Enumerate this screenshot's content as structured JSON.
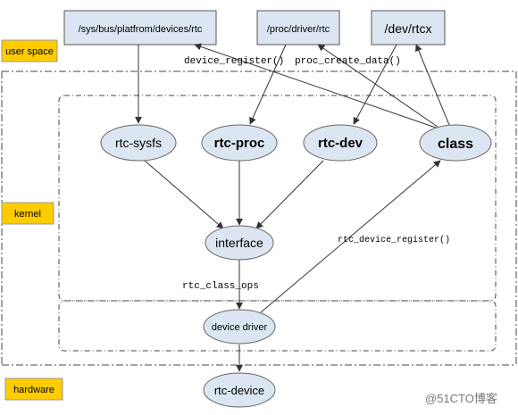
{
  "layers": {
    "user_space": "user space",
    "kernel": "kernel",
    "hardware": "hardware"
  },
  "user_files": {
    "sysfs_path": "/sys/bus/platfrom/devices/rtc",
    "proc_path": "/proc/driver/rtc",
    "dev_path": "/dev/rtcx"
  },
  "nodes": {
    "rtc_sysfs": "rtc-sysfs",
    "rtc_proc": "rtc-proc",
    "rtc_dev": "rtc-dev",
    "class": "class",
    "interface": "interface",
    "device_driver": "device driver",
    "rtc_device": "rtc-device"
  },
  "edge_labels": {
    "device_register": "device_register()",
    "proc_create_data": "proc_create_data()",
    "rtc_device_register": "rtc_device_register()",
    "rtc_class_ops": "rtc_class_ops"
  },
  "watermark": "@51CTO博客",
  "colors": {
    "layer_fill": "#FFCC00",
    "file_box_fill": "#DCE6F2",
    "node_fill": "#DCE6F2",
    "stroke": "#555555",
    "arrow": "#333333"
  }
}
